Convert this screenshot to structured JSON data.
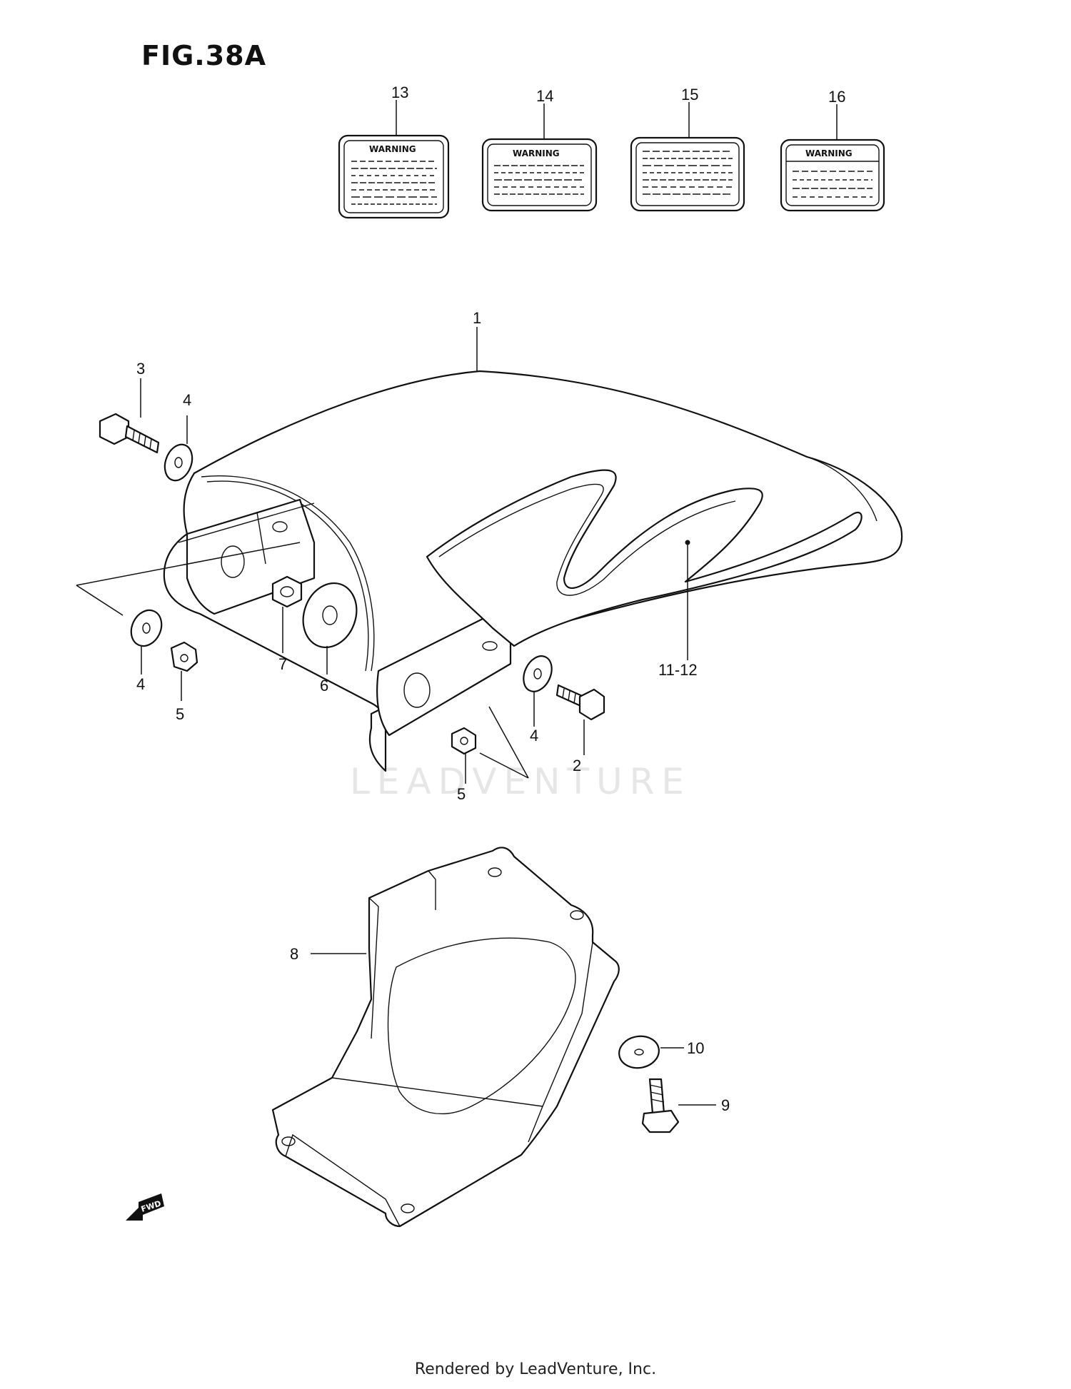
{
  "figure": {
    "title": "FIG.38A",
    "footer": "Rendered by LeadVenture, Inc.",
    "watermark": "LEADVENTURE",
    "fwd_marker": "FWD"
  },
  "warning_labels": [
    {
      "ref": "13",
      "heading": "WARNING"
    },
    {
      "ref": "14",
      "heading": "WARNING"
    },
    {
      "ref": "15",
      "heading": ""
    },
    {
      "ref": "16",
      "heading": "WARNING"
    }
  ],
  "callouts": {
    "c1": "1",
    "c2": "2",
    "c3": "3",
    "c4a": "4",
    "c4b": "4",
    "c4c": "4",
    "c5a": "5",
    "c5b": "5",
    "c6": "6",
    "c7": "7",
    "c8": "8",
    "c9": "9",
    "c10": "10",
    "c11_12": "11-12"
  }
}
